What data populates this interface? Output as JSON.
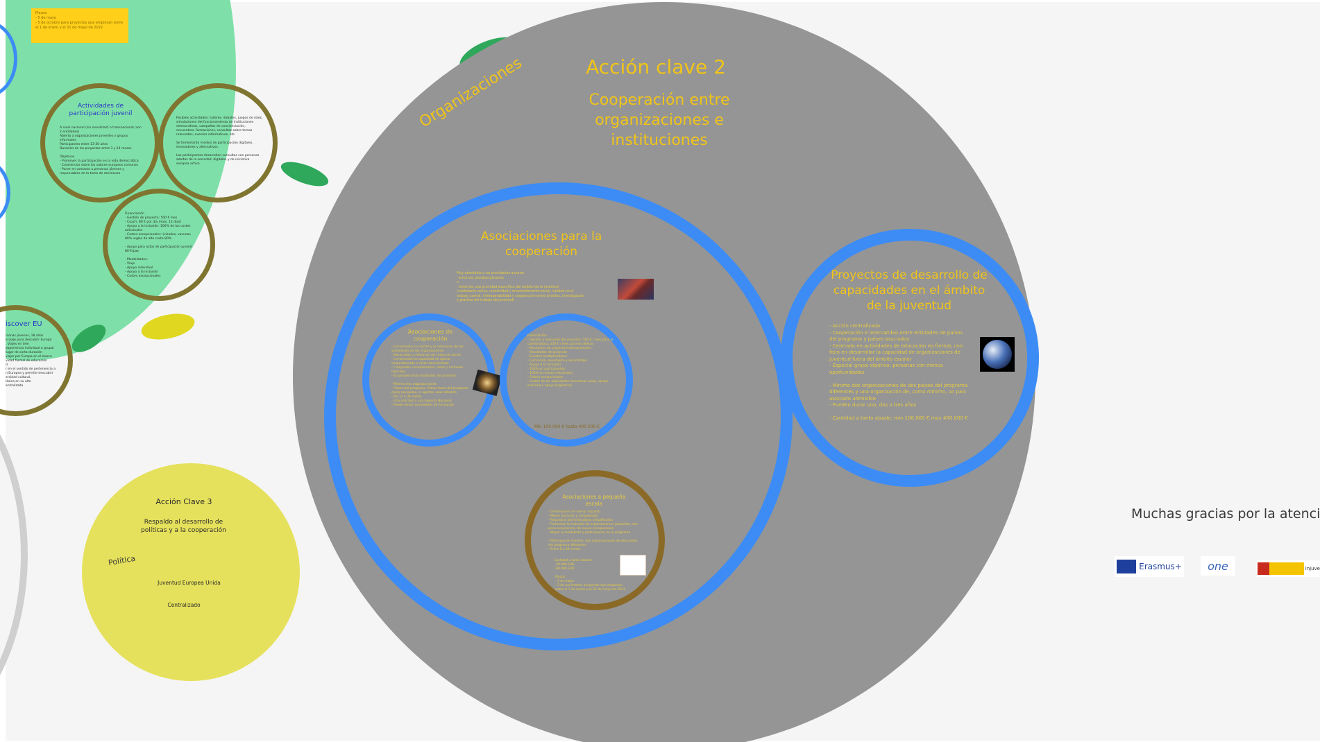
{
  "colors": {
    "green_bg": "#7ee0a8",
    "gray_bg": "#959595",
    "blue_ring": "#3d8cf5",
    "olive_ring": "#7f7530",
    "brown_ring": "#8a6a26",
    "gold_text": "#f0c419",
    "yellow_circle": "#e6e15c",
    "sticky_note": "#ffcf1a"
  },
  "sticky_note": {
    "title": "Plazos:",
    "items": [
      "- 5 de mayo",
      "- 5 de octubre para proyectos que empiecen entre el 1 de enero y el 31 de mayo de 2022"
    ]
  },
  "youth_participation": {
    "title": "Actividades de participación juvenil",
    "left_text": "A nivel nacional (sin movilidad) o transnacional (con 2 entidades)\nAbierto a organizaciones juveniles y grupos informales\nParticipantes entre 13-30 años\nDuración de los proyectos entre 3 y 24 meses\n\nObjetivos\n- Promover la participación en la vida democrática\n- Concienciar sobre los valores europeos comunes\n- Poner en contacto a personas jóvenes y responsables de la toma de decisiones",
    "right_text": "Posibles actividades: talleres, debates, juegos de roles, simulaciones del funcionamiento de instituciones democráticas, campañas de concienciación, encuentros, formaciones, consultas sobre temas relevantes, eventos informativos, etc.\n\nSe fomentarán medios de participación digitales, innovadores y alternativos.\n\nLos participantes desarrollan consultas con personas adultas de la sociedad, digitales y de iniciativa europea activa.",
    "funding_text": "Financiación\n- Gestión de proyecto: 500 € mes\n- Coach: 80 € por día (máx. 12 días)\n- Apoyo a la inclusión: 100% de los costes adicionales\n- Costes excepcionales: (visados, vacunas 80% reglas de alto coste 80%\n\n- Apoyo para actos de participación juvenil: 80-€/pax\n\n- Modalidades:\n  - Viaje\n  - Apoyo individual\n  - Apoyo a la inclusión\n  - Costes excepcionales"
  },
  "discover_eu": {
    "title": "iscover EU",
    "text": "rsonas jóvenes, 18 años\ne viaje para descubrir Europa\n. Viajes en tren\nexperiencia individual o grupal\nlugar de corta duración\nviajar por Europa en el marco\nvidad formal de educación\nd\nr en el sentido de pertenencia a\nn Europea y permite descubrir\nersidad cultural,\nlásica en su alto\nentralizada"
  },
  "ka2": {
    "title": "Acción clave 2",
    "subtitle": "Cooperación entre organizaciones e instituciones",
    "curved_label": "Organizaciones"
  },
  "partnerships": {
    "title": "Asociaciones para la cooperación",
    "intro": "Muy abordable a las prioridades anuales\n  - entornos pluridisciplinarios\n  o\n- entornos una prioridad específica del ámbito de la juventud\n   (ciudadanía activa, creatividad y emprendimiento social, calidad en el\n   trabajo juvenil, interoperabilidad y cooperación entre ámbitos, investigación\n   y práctica del trabajo de juventud)",
    "coop_title": "Asociaciones de cooperación",
    "coop_text": "- Incrementan la calidad y la relevancia de las actividades de las organizaciones\n- Desarrollan y refuerzan las redes de socios\n- Incrementan la capacidad de operar conjuntamente a nivel transnacional\n- Comparten conocimientos, ideas y actitudes laborales\n- Es posible crear resultados del proyecto\n\n- Mínimo tres organizaciones\n- Países del programa. Países fuera del programa como asociados, si aportan valor añadido\n- De 12 a 36 meses\n- Una solicitud a una Agencia Nacional\n- Puede incluir actividades de formación",
    "fin_text": "Financiación\n- Gestión y ejecución del proyecto: 500 € / mes para la coordinadora, 250 € / mes para las demás\n- Reuniones de proyecto transnacionales\n- Resultados del proyecto\n- Eventos multiplicadores\n- Formación, enseñanza y aprendizaje\n- Apoyo a la inclusión\n  - 100% en participantes\n  - 100% de costes adicionales\n- Costes excepcionales\n- Costes de las actividades formativas (viaje, apoyo individual, apoyo lingüístico)",
    "fin_amount": "Min 100.000 € hasta 400.000 €",
    "small_title": "Asociaciones a pequeña escala",
    "small_text": "- Dimensiones de menor impacto\n- Menor duración y complejidad\n- Requisitos administrativos simplificados\n- Fomentan la inclusión de organizaciones pequeñas, con poca experiencia, de nueva incorporación\n- Mayor accesibilidad y participación en el programa\n\n- Participación mínima: dos organizaciones de dos países del programa diferentes\n- Entre 6 y 24 meses",
    "small_amount": "Cantidad a tanto alzado:\n- 30.000 EUR\n- 60.000 EUR",
    "small_deadlines": "Plazos:\n- 5 de mayo\n- 3 de noviembre: proyectos que empiecen entre el 1 de enero y el 31 de mayo de 2023"
  },
  "capacity": {
    "title": "Proyectos de desarrollo de capacidades en el ámbito de la juventud",
    "text": "- Acción centralizada\n- Cooperación e intercambio entre entidades de países del programa y países asociados\n- Centrado en actividades de educación no formal, con foco en desarrollar la capacidad de organizaciones de juventud fuera del ámbito escolar\n- Especial grupo objetivo: personas con menos oportunidades\n\n- Mínimo dos organizaciones de dos países del programa diferentes y una organización de, como mínimo, un país asociado admisible\n- Pueden durar uno, dos o tres años\n\n- Cantidad a tanto alzado: min 100.000 € max 400.000 €"
  },
  "ka3": {
    "title": "Acción Clave 3",
    "subtitle": "Respaldo al desarrollo de políticas y a la cooperación",
    "curved_label": "Política",
    "item1": "Juventud Europea Unida",
    "item2": "Centralizado"
  },
  "thanks": "Muchas gracias por la atención",
  "logos": {
    "erasmus": "Erasmus+",
    "inj": "injuve"
  },
  "icons": {
    "earth": "earth-photo-icon",
    "galaxy": "galaxy-photo-icon",
    "hands": "hands-photo-icon",
    "people": "people-photo-icon"
  }
}
